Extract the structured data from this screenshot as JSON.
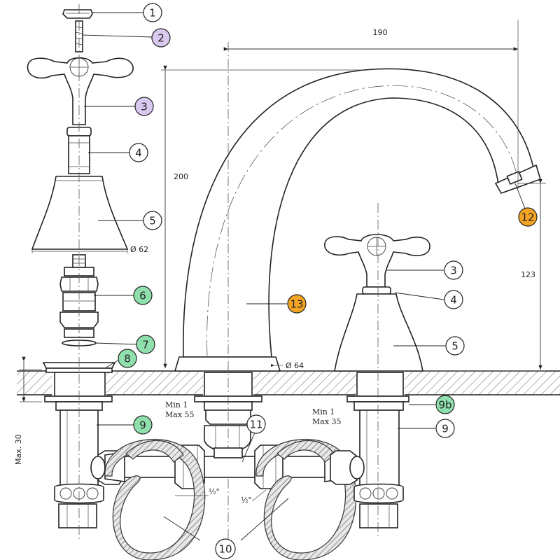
{
  "colors": {
    "white": "#ffffff",
    "lavender": "#d9c8f0",
    "green": "#8fe0ad",
    "orange": "#f5a524",
    "line": "#222222"
  },
  "callouts": [
    {
      "id": "c1",
      "label": "1",
      "color": "white"
    },
    {
      "id": "c2",
      "label": "2",
      "color": "lavender"
    },
    {
      "id": "c3a",
      "label": "3",
      "color": "lavender"
    },
    {
      "id": "c4a",
      "label": "4",
      "color": "white"
    },
    {
      "id": "c5a",
      "label": "5",
      "color": "white"
    },
    {
      "id": "c6",
      "label": "6",
      "color": "green"
    },
    {
      "id": "c7",
      "label": "7",
      "color": "green"
    },
    {
      "id": "c8",
      "label": "8",
      "color": "green"
    },
    {
      "id": "c9a",
      "label": "9",
      "color": "green"
    },
    {
      "id": "c9b",
      "label": "9b",
      "color": "green"
    },
    {
      "id": "c9c",
      "label": "9",
      "color": "white"
    },
    {
      "id": "c3b",
      "label": "3",
      "color": "white"
    },
    {
      "id": "c4b",
      "label": "4",
      "color": "white"
    },
    {
      "id": "c5b",
      "label": "5",
      "color": "white"
    },
    {
      "id": "c10",
      "label": "10",
      "color": "white"
    },
    {
      "id": "c11",
      "label": "11",
      "color": "white"
    },
    {
      "id": "c12",
      "label": "12",
      "color": "orange"
    },
    {
      "id": "c13",
      "label": "13",
      "color": "orange"
    }
  ],
  "dimensions": {
    "spout_reach": "190",
    "height": "200",
    "spout_clearance": "123",
    "base_diameter": "Ø 64",
    "bell_diameter": "Ø 62",
    "max_depth": "Max. 30"
  },
  "notes": {
    "center_min": "Min 1",
    "center_max": "Max 55",
    "right_min": "Min 1",
    "right_max": "Max 35",
    "thread_left": "½\"",
    "thread_right": "½\""
  }
}
